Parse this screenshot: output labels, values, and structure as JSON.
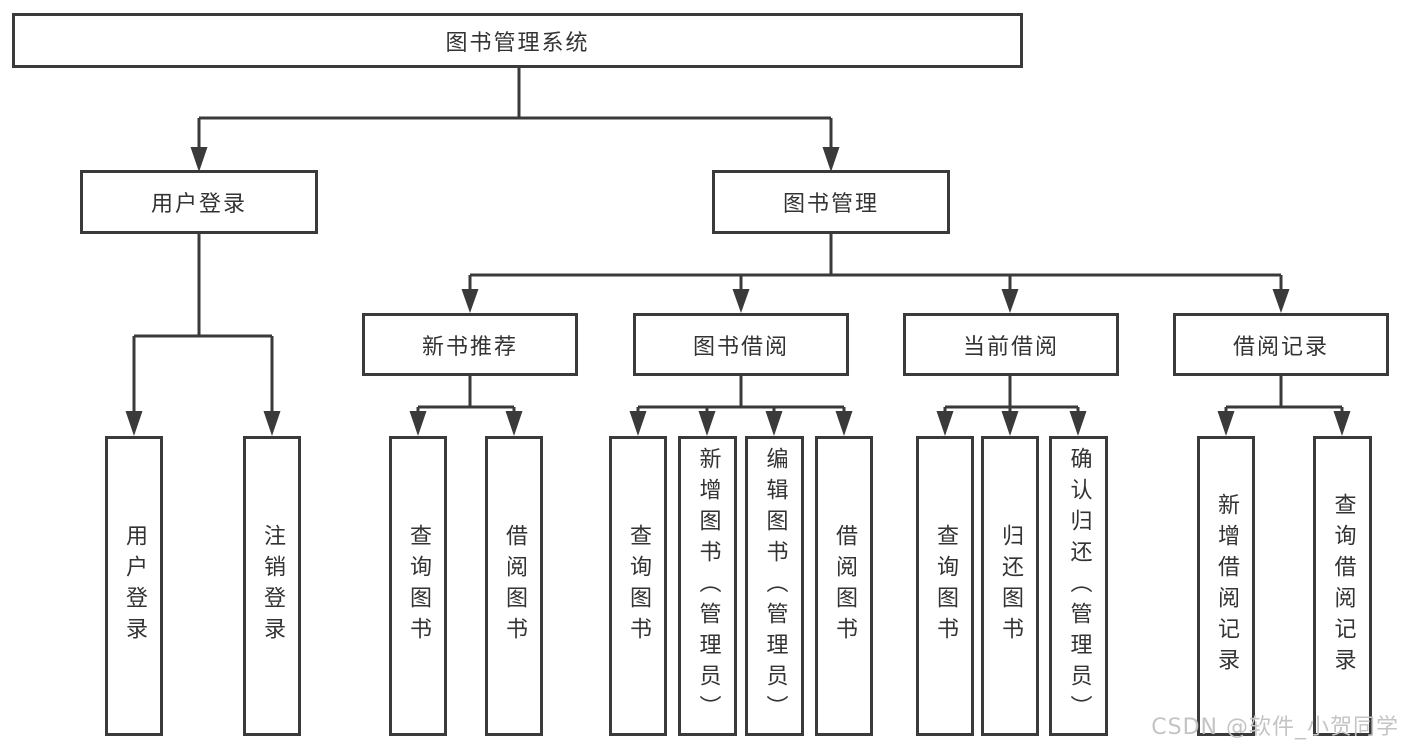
{
  "diagram": {
    "root": {
      "label": "图书管理系统"
    },
    "level2": [
      {
        "label": "用户登录"
      },
      {
        "label": "图书管理"
      }
    ],
    "level3": [
      {
        "label": "新书推荐"
      },
      {
        "label": "图书借阅"
      },
      {
        "label": "当前借阅"
      },
      {
        "label": "借阅记录"
      }
    ],
    "leaves": {
      "user": [
        {
          "label": "用户登录"
        },
        {
          "label": "注销登录"
        }
      ],
      "recommend": [
        {
          "label": "查询图书"
        },
        {
          "label": "借阅图书"
        }
      ],
      "borrow": [
        {
          "label": "查询图书"
        },
        {
          "label": "新增图书（管理员）"
        },
        {
          "label": "编辑图书（管理员）"
        },
        {
          "label": "借阅图书"
        }
      ],
      "current": [
        {
          "label": "查询图书"
        },
        {
          "label": "归还图书"
        },
        {
          "label": "确认归还（管理员）"
        }
      ],
      "records": [
        {
          "label": "新增借阅记录"
        },
        {
          "label": "查询借阅记录"
        }
      ]
    },
    "watermark": "CSDN @软件_小贺同学",
    "colors": {
      "line": "#3a3a3a",
      "text": "#333333",
      "watermark": "#c4c4c4",
      "background": "#ffffff"
    }
  }
}
